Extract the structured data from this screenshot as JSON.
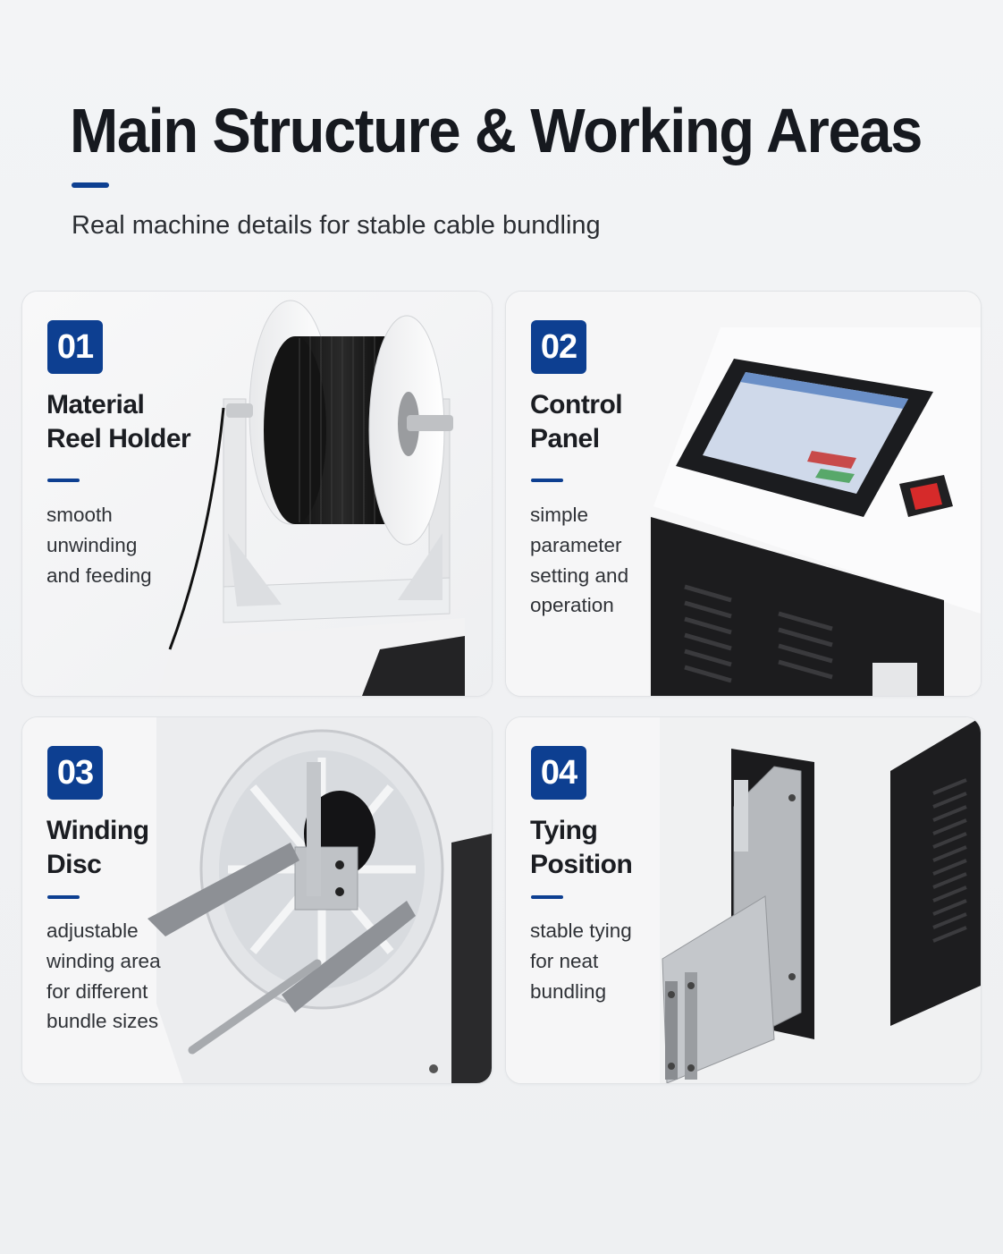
{
  "header": {
    "title": "Main Structure & Working Areas",
    "subtitle": "Real machine details for stable cable bundling",
    "accent_color": "#0d3f91"
  },
  "cards": [
    {
      "number": "01",
      "title_lines": [
        "Material",
        "Reel Holder"
      ],
      "desc_lines": [
        "smooth",
        "unwinding",
        "and feeding"
      ],
      "photo": "material-reel-holder-photo"
    },
    {
      "number": "02",
      "title_lines": [
        "Control",
        "Panel"
      ],
      "desc_lines": [
        "simple",
        "parameter",
        "setting and",
        "operation"
      ],
      "photo": "control-panel-photo"
    },
    {
      "number": "03",
      "title_lines": [
        "Winding",
        "Disc"
      ],
      "desc_lines": [
        "adjustable",
        "winding area",
        "for different",
        "bundle sizes"
      ],
      "photo": "winding-disc-photo"
    },
    {
      "number": "04",
      "title_lines": [
        "Tying",
        "Position"
      ],
      "desc_lines": [
        "stable tying",
        "for neat",
        "bundling"
      ],
      "photo": "tying-position-photo"
    }
  ]
}
